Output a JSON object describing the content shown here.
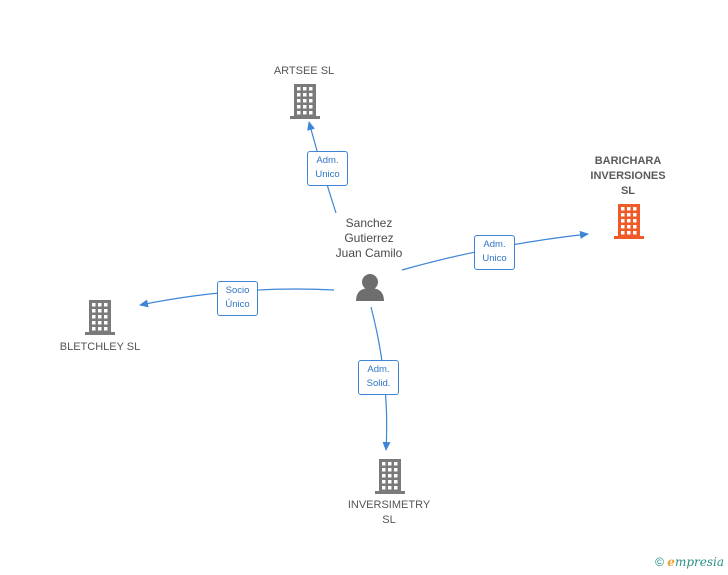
{
  "person": {
    "name": "Sanchez\nGutierrez\nJuan Camilo"
  },
  "companies": [
    {
      "id": "artsee",
      "name": "ARTSEE  SL",
      "highlight": false
    },
    {
      "id": "baríchara",
      "name": "BARICHARA\nINVERSIONES\nSL",
      "highlight": true
    },
    {
      "id": "bletchley",
      "name": "BLETCHLEY  SL",
      "highlight": false
    },
    {
      "id": "inversimetry",
      "name": "INVERSIMETRY\nSL",
      "highlight": false
    }
  ],
  "relations": [
    {
      "to": "artsee",
      "label": "Adm.\nUnico"
    },
    {
      "to": "baríchara",
      "label": "Adm.\nUnico"
    },
    {
      "to": "bletchley",
      "label": "Socio\nÚnico"
    },
    {
      "to": "inversimetry",
      "label": "Adm.\nSolid."
    }
  ],
  "colors": {
    "edge": "#3d85d6",
    "building": "#7a7a7a",
    "building_highlight": "#f05a28",
    "person": "#6e6e6e"
  },
  "footer": {
    "copyright_symbol": "©",
    "brand": "mpresia",
    "brand_initial": "e"
  }
}
